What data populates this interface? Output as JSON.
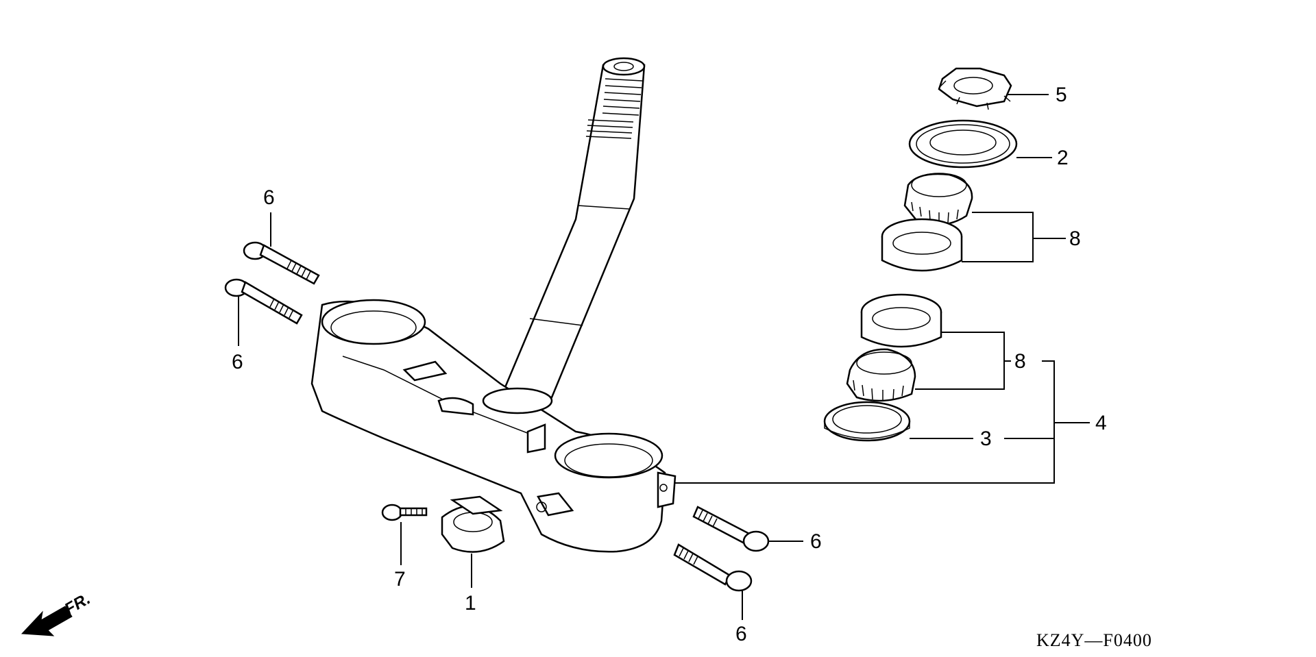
{
  "diagram": {
    "drawing_code": "KZ4Y—F0400",
    "direction_label": "FR.",
    "callouts": {
      "c1": "1",
      "c2": "2",
      "c3": "3",
      "c4": "4",
      "c5": "5",
      "c6a": "6",
      "c6b": "6",
      "c6c": "6",
      "c6d": "6",
      "c7": "7",
      "c8a": "8",
      "c8b": "8"
    }
  }
}
